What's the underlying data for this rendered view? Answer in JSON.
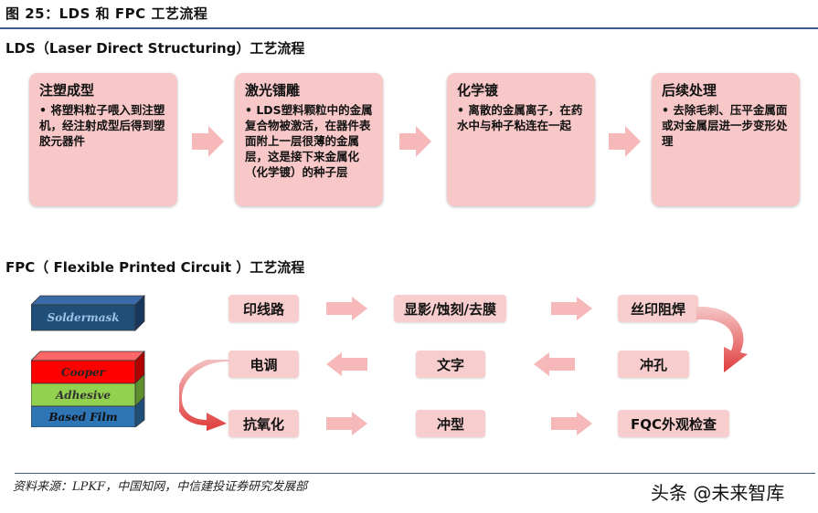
{
  "figure_title": "图 25：LDS 和 FPC 工艺流程",
  "lds": {
    "title": "LDS（Laser Direct Structuring）工艺流程",
    "steps": [
      {
        "title": "注塑成型",
        "body": "• 将塑料粒子喂入到注塑机，经注射成型后得到塑胶元器件"
      },
      {
        "title": "激光镭雕",
        "body": "• LDS塑料颗粒中的金属复合物被激活，在器件表面附上一层很薄的金属层，这是接下来金属化（化学镀）的种子层"
      },
      {
        "title": "化学镀",
        "body": "• 离散的金属离子，在药水中与种子粘连在一起"
      },
      {
        "title": "后续处理",
        "body": "• 去除毛刺、压平金属面或对金属层进一步变形处理"
      }
    ]
  },
  "fpc": {
    "title": "FPC（ Flexible Printed Circuit ）工艺流程",
    "layers": {
      "soldermask": "Soldermask",
      "cooper": "Cooper",
      "adhesive": "Adhesive",
      "base": "Based Film"
    },
    "row1": [
      "印线路",
      "显影/蚀刻/去膜",
      "丝印阻焊"
    ],
    "row2": [
      "电调",
      "文字",
      "冲孔"
    ],
    "row3": [
      "抗氧化",
      "冲型",
      "FQC外观检查"
    ]
  },
  "source": "资料来源：LPKF，中国知网，中信建投证券研究发展部",
  "watermark": "头条 @未来智库",
  "colors": {
    "card": "#f8c8c8",
    "arrow": "#f6b8b8",
    "solder_layer": "#1f4e79",
    "cooper_layer": "#ff0000",
    "adhesive_layer": "#92d050",
    "base_layer": "#2e75b6"
  }
}
